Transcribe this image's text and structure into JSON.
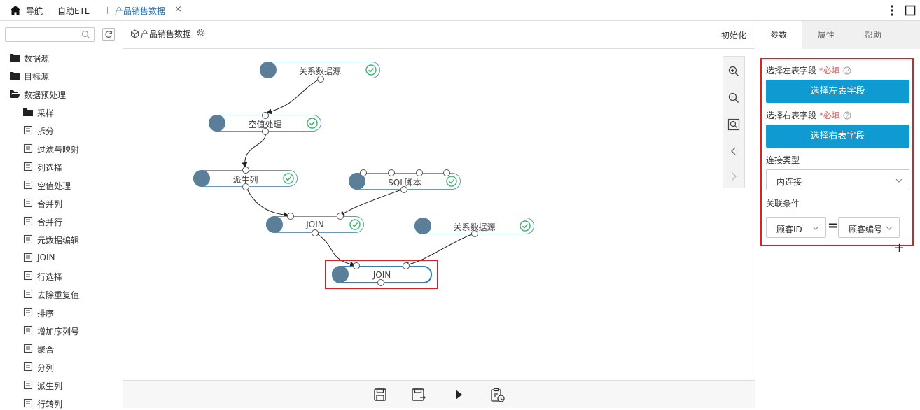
{
  "topbar": {
    "nav_label": "导航",
    "etl_label": "自助ETL",
    "tab_label": "产品销售数据",
    "close_symbol": "×"
  },
  "left": {
    "search_placeholder": "",
    "tree": [
      {
        "label": "数据源",
        "icon": "folder-icon"
      },
      {
        "label": "目标源",
        "icon": "folder-icon"
      },
      {
        "label": "数据预处理",
        "icon": "folder-open-icon"
      },
      {
        "label": "采样",
        "icon": "folder-icon"
      },
      {
        "label": "拆分",
        "icon": "split-icon"
      },
      {
        "label": "过滤与映射",
        "icon": "filter-map-icon"
      },
      {
        "label": "列选择",
        "icon": "column-select-icon"
      },
      {
        "label": "空值处理",
        "icon": "null-handle-icon"
      },
      {
        "label": "合并列",
        "icon": "merge-column-icon"
      },
      {
        "label": "合并行",
        "icon": "merge-row-icon"
      },
      {
        "label": "元数据编辑",
        "icon": "metadata-icon"
      },
      {
        "label": "JOIN",
        "icon": "join-icon"
      },
      {
        "label": "行选择",
        "icon": "row-select-icon"
      },
      {
        "label": "去除重复值",
        "icon": "dedupe-icon"
      },
      {
        "label": "排序",
        "icon": "sort-icon"
      },
      {
        "label": "增加序列号",
        "icon": "sequence-icon"
      },
      {
        "label": "聚合",
        "icon": "aggregate-icon"
      },
      {
        "label": "分列",
        "icon": "split-column-icon"
      },
      {
        "label": "派生列",
        "icon": "derive-column-icon"
      },
      {
        "label": "行转列",
        "icon": "pivot-icon"
      }
    ]
  },
  "canvas": {
    "title": "产品销售数据",
    "init_label": "初始化",
    "nodes": [
      {
        "id": "n1",
        "label": "关系数据源"
      },
      {
        "id": "n2",
        "label": "空值处理"
      },
      {
        "id": "n3",
        "label": "派生列"
      },
      {
        "id": "n4",
        "label": "SQL脚本"
      },
      {
        "id": "n5",
        "label": "JOIN"
      },
      {
        "id": "n6",
        "label": "关系数据源"
      },
      {
        "id": "n7",
        "label": "JOIN"
      }
    ]
  },
  "right": {
    "tabs": [
      "参数",
      "属性",
      "帮助"
    ],
    "left_field_label": "选择左表字段",
    "right_field_label": "选择右表字段",
    "required_label": "*必填",
    "left_field_button": "选择左表字段",
    "right_field_button": "选择右表字段",
    "join_type_label": "连接类型",
    "join_type_value": "内连接",
    "condition_label": "关联条件",
    "condition_left": "顾客ID",
    "condition_op": "=",
    "condition_right": "顾客编号",
    "add_symbol": "+"
  },
  "colors": {
    "accent": "#0f9bd1",
    "highlight": "#e02020",
    "node_icon": "#5b7f98",
    "ok_green": "#3cb371"
  }
}
